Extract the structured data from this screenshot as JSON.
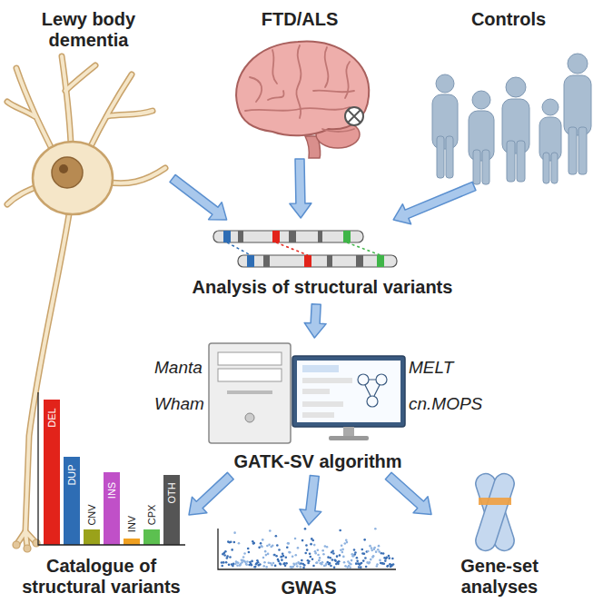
{
  "diagram": {
    "nodes": [
      {
        "text": [
          "Lewy body dementia"
        ]
      },
      {
        "text": [
          "FTD/ALS"
        ]
      },
      {
        "text": [
          "Controls"
        ]
      },
      {
        "text": [
          "Analysis of structural variants"
        ]
      },
      {
        "text": [
          "Manta",
          "Wham",
          "MELT",
          "cn.MOPS",
          "GATK-SV algorithm"
        ]
      },
      {
        "text": [
          "Catalogue of structural variants"
        ]
      },
      {
        "text": [
          "GWAS"
        ]
      },
      {
        "text": [
          "Gene-set analyses"
        ]
      }
    ],
    "edges": [
      {
        "from": 0,
        "to": 3,
        "arrow": "to"
      },
      {
        "from": 1,
        "to": 3,
        "arrow": "to"
      },
      {
        "from": 2,
        "to": 3,
        "arrow": "to"
      },
      {
        "from": 3,
        "to": 4,
        "arrow": "to"
      },
      {
        "from": 4,
        "to": 5,
        "arrow": "to"
      },
      {
        "from": 4,
        "to": 6,
        "arrow": "to"
      },
      {
        "from": 4,
        "to": 7,
        "arrow": "to"
      }
    ],
    "labels": [
      "DEL",
      "DUP",
      "CNV",
      "INS",
      "INV",
      "CPX",
      "OTH"
    ]
  }
}
